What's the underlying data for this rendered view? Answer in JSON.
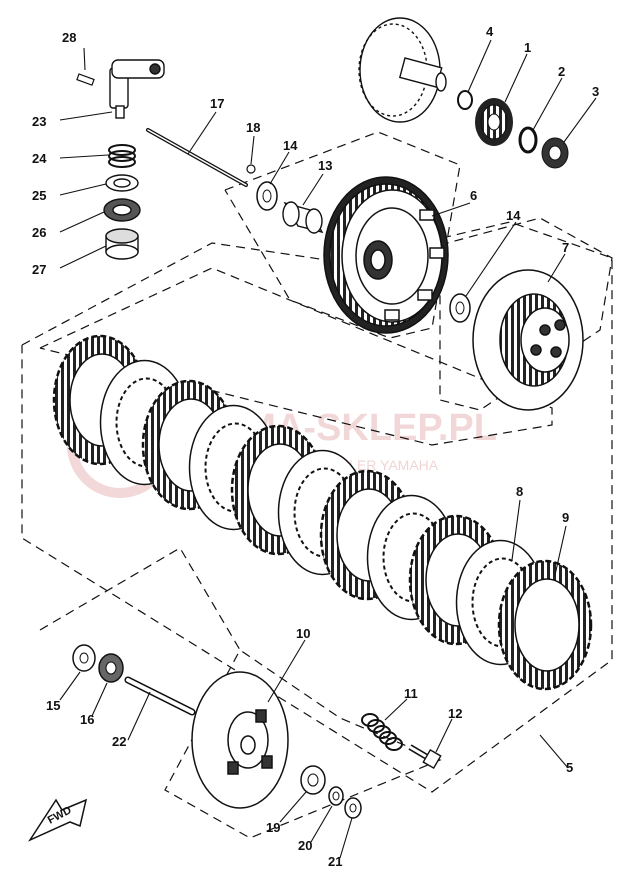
{
  "labels": {
    "p1": "1",
    "p2": "2",
    "p3": "3",
    "p4": "4",
    "p5": "5",
    "p6": "6",
    "p7": "7",
    "p8": "8",
    "p9": "9",
    "p10": "10",
    "p11": "11",
    "p12": "12",
    "p13": "13",
    "p14a": "14",
    "p14b": "14",
    "p15": "15",
    "p16": "16",
    "p17": "17",
    "p18": "18",
    "p19": "19",
    "p20": "20",
    "p21": "21",
    "p22": "22",
    "p23": "23",
    "p24": "24",
    "p25": "25",
    "p26": "26",
    "p27": "27",
    "p28": "28"
  },
  "watermark": {
    "main": "YAMA-SKLEP.PL",
    "sub": "AUTORYZOWANY DEALER YAMAHA"
  },
  "fwd_arrow": "FWD"
}
